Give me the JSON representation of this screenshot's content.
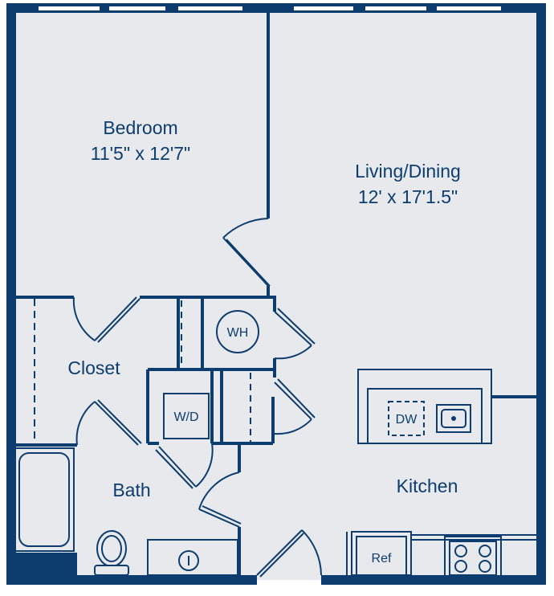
{
  "colors": {
    "wall": "#0d3d6e",
    "floor": "#e8e9ed",
    "background": "#ffffff"
  },
  "rooms": {
    "bedroom": {
      "name": "Bedroom",
      "dims": "11'5\" x 12'7\""
    },
    "living": {
      "name": "Living/Dining",
      "dims": "12' x 17'1.5\""
    },
    "closet": {
      "name": "Closet"
    },
    "bath": {
      "name": "Bath"
    },
    "kitchen": {
      "name": "Kitchen"
    }
  },
  "fixtures": {
    "water_heater": "WH",
    "washer_dryer": "W/D",
    "dishwasher": "DW",
    "refrigerator": "Ref"
  },
  "icons": [
    "sink-icon",
    "toilet-icon",
    "bathtub-icon",
    "stove-icon",
    "kitchen-sink-icon"
  ]
}
